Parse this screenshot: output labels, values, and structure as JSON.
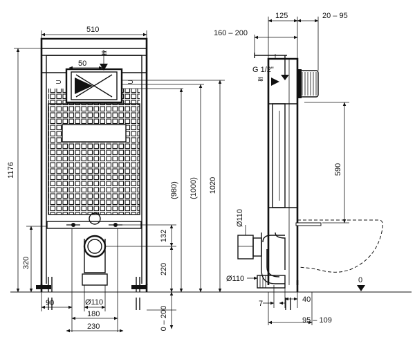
{
  "dimensions": {
    "width_top": "510",
    "height_total": "1176",
    "offset_50": "50",
    "h_980": "(980)",
    "h_1000": "(1000)",
    "h_1020": "1020",
    "h_132": "132",
    "h_220": "220",
    "h_320": "320",
    "h_0_200": "0 – 200",
    "w_90": "90",
    "w_110": "Ø110",
    "w_180": "180",
    "w_230": "230",
    "side_125": "125",
    "side_20_95": "20 – 95",
    "side_160_200": "160 – 200",
    "side_590": "590",
    "side_d110_top": "Ø110",
    "side_d110_bottom": "Ø110",
    "side_7": "7",
    "side_40": "40",
    "side_95_109": "95 – 109",
    "floor_zero": "0"
  },
  "labels": {
    "water_connection": "G 1/2\""
  },
  "colors": {
    "ink": "#111111",
    "background": "#ffffff"
  }
}
